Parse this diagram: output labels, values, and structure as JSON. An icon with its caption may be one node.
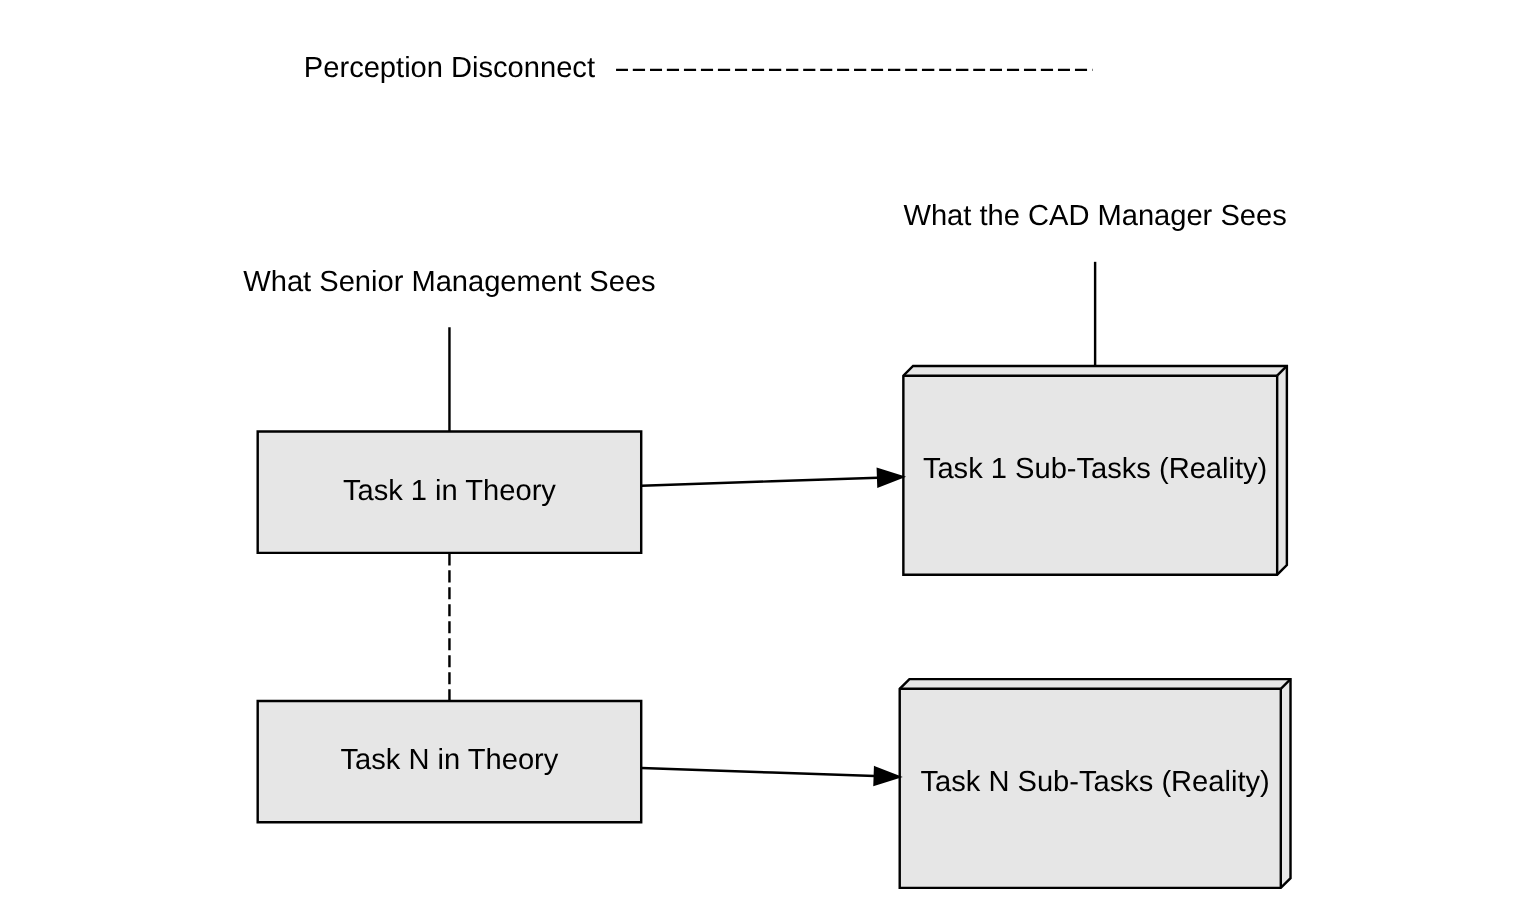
{
  "diagram": {
    "nodes": [
      {
        "text": [
          "What Senior Management Sees"
        ]
      },
      {
        "text": [
          "What the CAD Manager Sees"
        ]
      },
      {
        "text": [
          "Task 1 in Theory"
        ]
      },
      {
        "text": [
          "Task 1 Sub-Tasks (Reality)"
        ]
      },
      {
        "text": [
          "Task N in Theory"
        ]
      },
      {
        "text": [
          "Task N Sub-Tasks (Reality)"
        ]
      },
      {
        "text": [
          "Perception Disconnect"
        ]
      }
    ],
    "edges": [
      {
        "from": 0,
        "to": 2,
        "arrow": "none"
      },
      {
        "from": 1,
        "to": 3,
        "arrow": "none"
      },
      {
        "from": 2,
        "to": 3,
        "arrow": "to"
      },
      {
        "from": 2,
        "to": 4,
        "arrow": "none",
        "style": "dashed"
      },
      {
        "from": 4,
        "to": 5,
        "arrow": "to"
      },
      {
        "from": 6,
        "to": null,
        "arrow": "none",
        "style": "dashed"
      }
    ]
  }
}
